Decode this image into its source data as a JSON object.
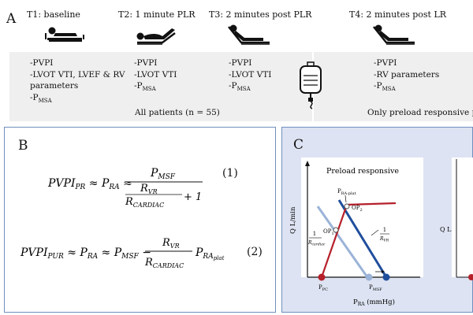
{
  "panel_a": {
    "letter": "A",
    "stages": [
      {
        "label": "T1: baseline",
        "params": [
          "-PVPI",
          "-LVOT VTI, LVEF & RV",
          "parameters",
          "-P"
        ],
        "sub": "MSA"
      },
      {
        "label": "T2: 1 minute PLR",
        "params": [
          "-PVPI",
          "-LVOT VTI",
          "-P"
        ],
        "sub": "MSA"
      },
      {
        "label": "T3: 2 minutes post PLR",
        "params": [
          "-PVPI",
          "-LVOT VTI",
          "-P"
        ],
        "sub": "MSA"
      },
      {
        "label": "T4: 2 minutes post LR",
        "params": [
          "-PVPI",
          "-RV parameters",
          "-P"
        ],
        "sub": "MSA"
      }
    ],
    "all_patients": "All patients (n = 55)",
    "only_responsive": "Only preload responsive patie",
    "icons": [
      "patient-supine-icon",
      "patient-legs-raised-icon",
      "patient-semirecumbent-icon",
      "iv-fluid-bag-icon",
      "patient-semirecumbent-icon"
    ]
  },
  "panel_b": {
    "letter": "B",
    "eq1_number": "(1)",
    "eq2_number": "(2)"
  },
  "panel_c": {
    "letter": "C",
    "title": "Preload responsive",
    "y_label": "Q  L/min",
    "x_label": "P",
    "x_label_sub": "RA",
    "x_label_unit": " (mmHg)",
    "labels": {
      "p_ra_plat": "P",
      "p_ra_plat_sub": "RA-plat",
      "op1": "OP",
      "op1_sub": "1",
      "op2": "OP",
      "op2_sub": "2",
      "p_pc": "P",
      "p_pc_sub": "PC",
      "p_msf": "P",
      "p_msf_sub": "MSF",
      "inv_rcardiac_num": "1",
      "inv_rcardiac_den": "R",
      "inv_rcardiac_den_sub": "cardiac",
      "inv_rvr_num": "1",
      "inv_rvr_den": "R",
      "inv_rvr_den_sub": "VR"
    },
    "colors": {
      "cardiac": "#b5202a",
      "venous_dark": "#1f4e9c",
      "venous_light": "#9bb3d8",
      "bg": "#dde3f2"
    }
  }
}
